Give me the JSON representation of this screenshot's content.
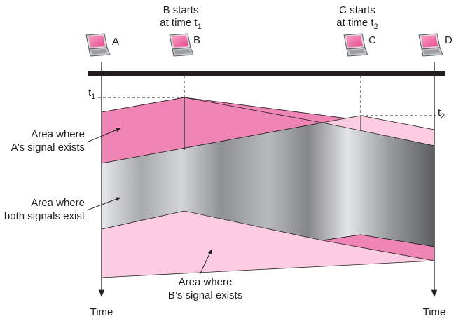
{
  "stations": [
    {
      "id": "A",
      "label": "A"
    },
    {
      "id": "B",
      "label": "B"
    },
    {
      "id": "C",
      "label": "C"
    },
    {
      "id": "D",
      "label": "D"
    }
  ],
  "b_start": {
    "line1": "B starts",
    "line2_prefix": "at time t",
    "line2_sub": "1"
  },
  "c_start": {
    "line1": "C starts",
    "line2_prefix": "at time t",
    "line2_sub": "2"
  },
  "t1_label": {
    "prefix": "t",
    "sub": "1"
  },
  "t2_label": {
    "prefix": "t",
    "sub": "2"
  },
  "area_a": {
    "line1": "Area where",
    "line2": "A’s signal exists"
  },
  "area_both": {
    "line1": "Area where",
    "line2": "both signals exist"
  },
  "area_b": {
    "line1": "Area where",
    "line2": "B’s signal exists"
  },
  "time_left": "Time",
  "time_right": "Time",
  "colors": {
    "a_signal": "#ee85b5",
    "b_signal": "#fccde2",
    "both_dark": "#8c8d90",
    "both_light": "#e4e5e6",
    "bus": "#231f20",
    "laptop_screen": "#f06fa5"
  },
  "icons": {
    "station": "laptop-icon"
  }
}
